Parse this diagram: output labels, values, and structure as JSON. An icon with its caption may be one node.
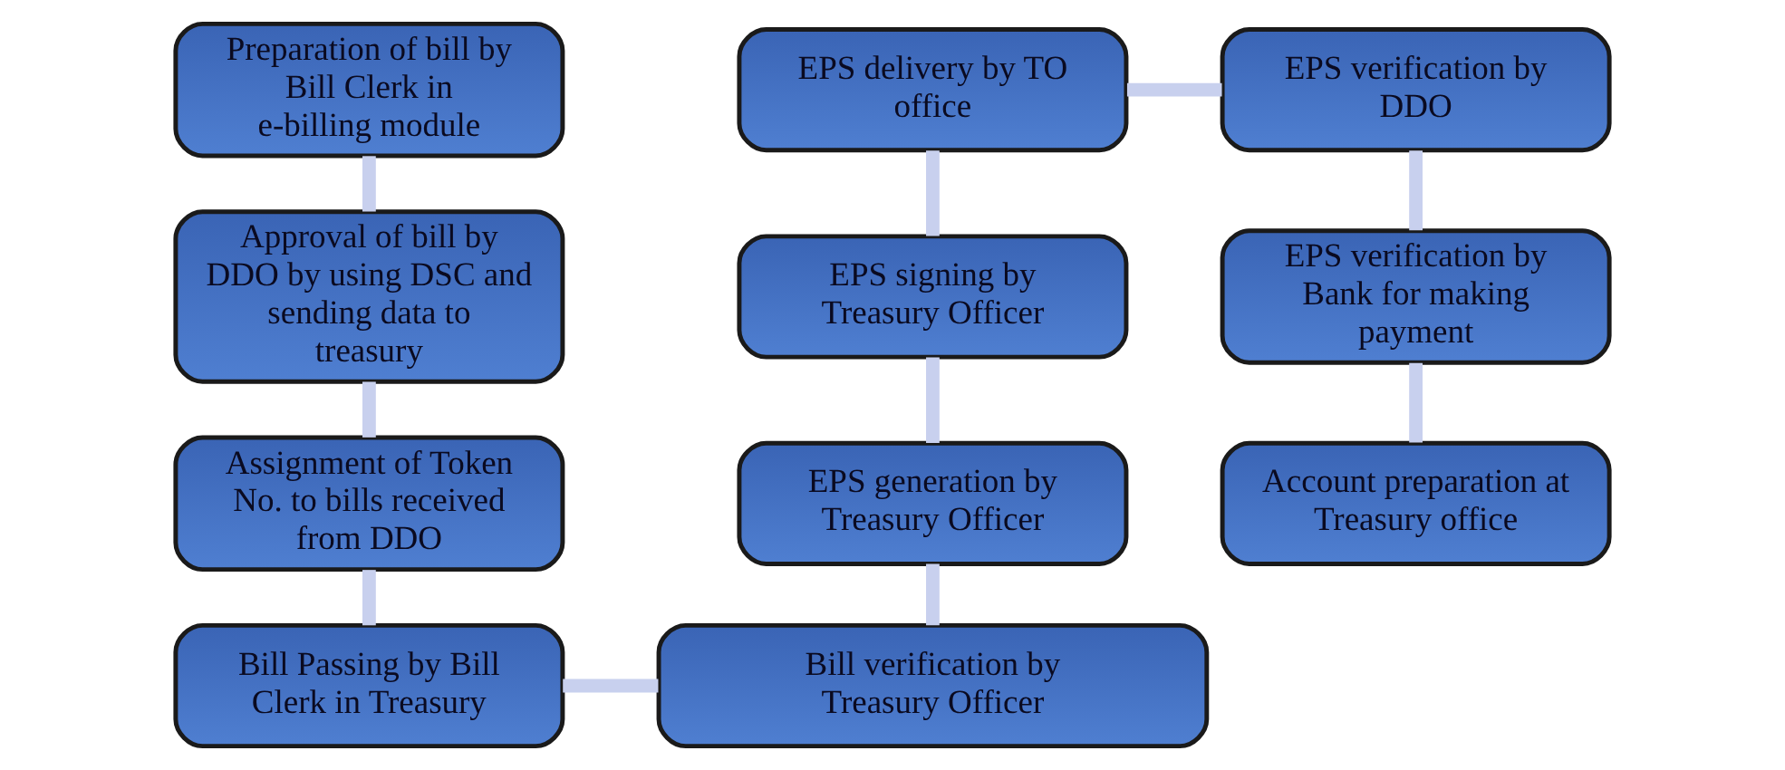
{
  "diagram": {
    "nodes": [
      {
        "text": [
          "Preparation of bill by Bill Clerk in e-billing module"
        ]
      },
      {
        "text": [
          "Approval of bill by DDO by using DSC and sending data to treasury"
        ]
      },
      {
        "text": [
          "Assignment of Token No. to bills received from DDO"
        ]
      },
      {
        "text": [
          "Bill Passing by Bill Clerk in Treasury"
        ]
      },
      {
        "text": [
          "Bill verification by Treasury Officer"
        ]
      },
      {
        "text": [
          "EPS generation by Treasury Officer"
        ]
      },
      {
        "text": [
          "EPS signing by Treasury Officer"
        ]
      },
      {
        "text": [
          "EPS delivery by TO office"
        ]
      },
      {
        "text": [
          "EPS verification by DDO"
        ]
      },
      {
        "text": [
          "EPS verification by Bank for making payment"
        ]
      },
      {
        "text": [
          "Account preparation at Treasury office"
        ]
      }
    ],
    "edges": [
      {
        "from": 0,
        "to": 1,
        "arrow": "none"
      },
      {
        "from": 1,
        "to": 2,
        "arrow": "none"
      },
      {
        "from": 2,
        "to": 3,
        "arrow": "none"
      },
      {
        "from": 3,
        "to": 4,
        "arrow": "none"
      },
      {
        "from": 4,
        "to": 5,
        "arrow": "none"
      },
      {
        "from": 5,
        "to": 6,
        "arrow": "none"
      },
      {
        "from": 6,
        "to": 7,
        "arrow": "none"
      },
      {
        "from": 7,
        "to": 8,
        "arrow": "none"
      },
      {
        "from": 8,
        "to": 9,
        "arrow": "none"
      },
      {
        "from": 9,
        "to": 10,
        "arrow": "none"
      }
    ]
  }
}
